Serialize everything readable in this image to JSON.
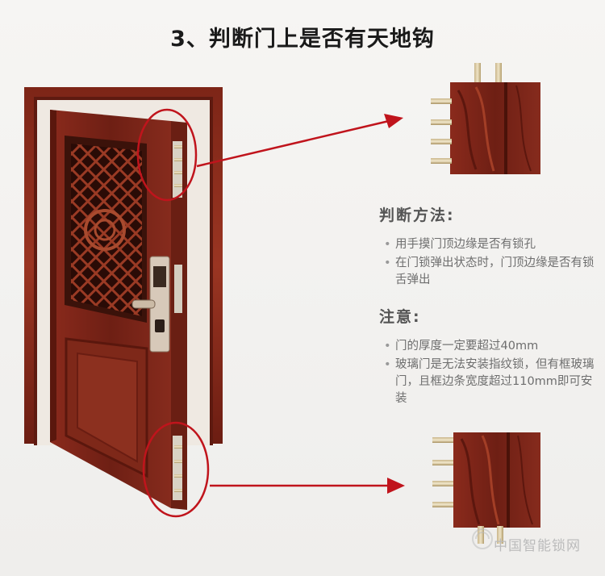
{
  "title": "3、判断门上是否有天地钩",
  "method": {
    "heading": "判断方法:",
    "items": [
      "用手摸门顶边缘是否有锁孔",
      "在门锁弹出状态时，门顶边缘是否有锁舌弹出"
    ]
  },
  "notice": {
    "heading": "注意:",
    "items": [
      "门的厚度一定要超过40mm",
      "玻璃门是无法安装指纹锁，但有框玻璃门，且框边条宽度超过110mm即可安装"
    ]
  },
  "watermark": "中国智能锁网",
  "colors": {
    "wood": "#7a2418",
    "accent": "#c0141c"
  },
  "icons": [
    "door-illustration",
    "wood-lock-detail",
    "arrow",
    "circle-highlight",
    "watermark-logo-icon"
  ]
}
